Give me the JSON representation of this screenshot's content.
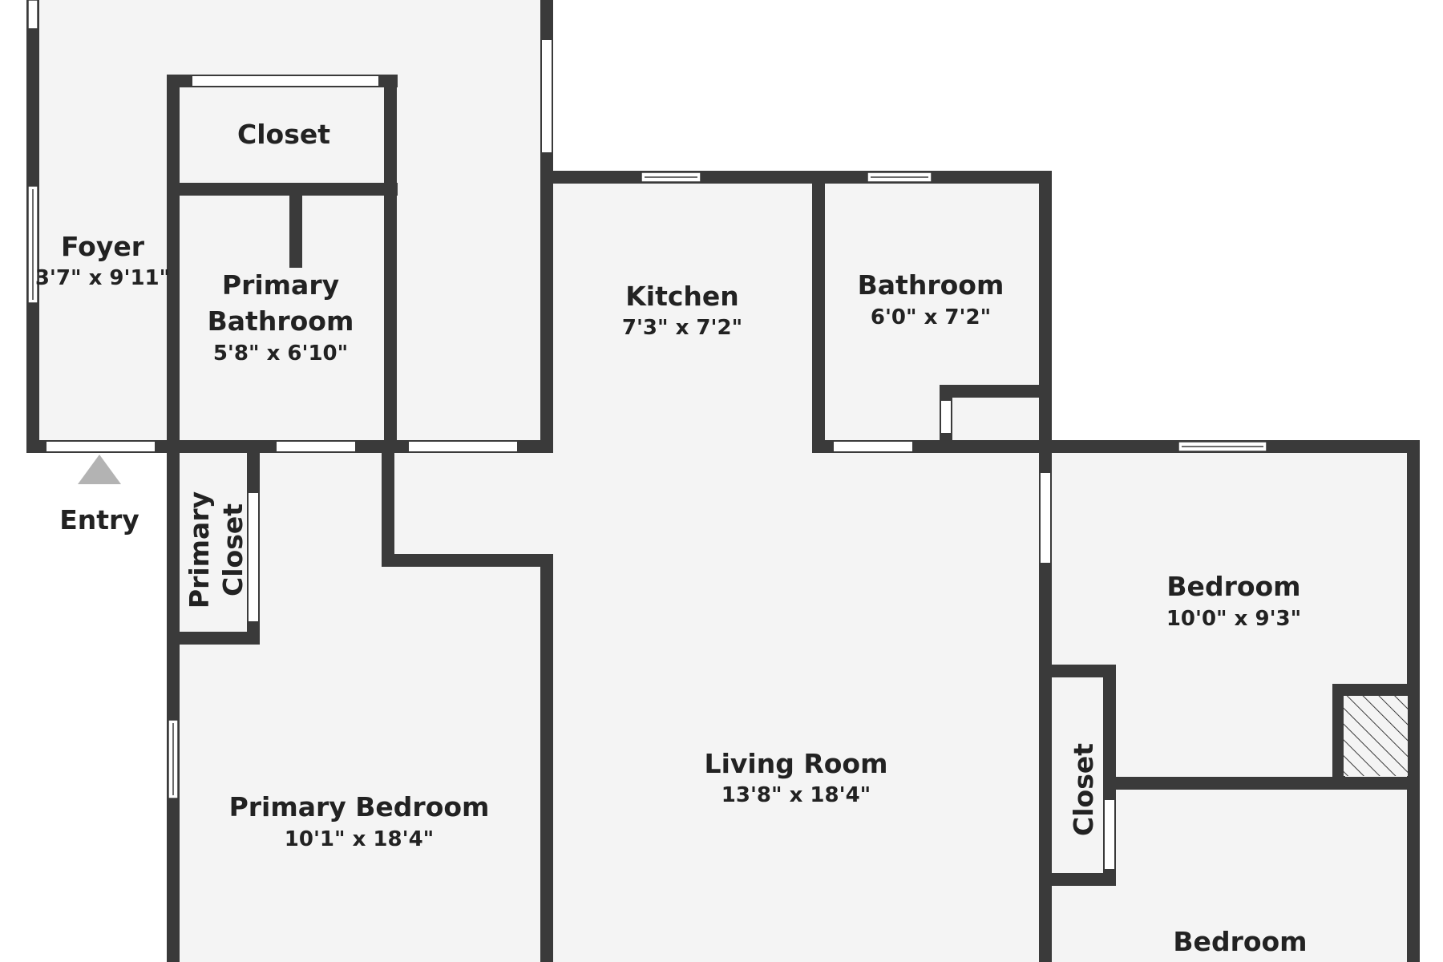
{
  "colors": {
    "floor": "#f4f4f4",
    "wall": "#3a3a3a",
    "window": "#ffffff",
    "entry_marker": "#b3b3b3",
    "text": "#222222"
  },
  "rooms": {
    "foyer": {
      "name": "Foyer",
      "dims": "3'7\" x 9'11\""
    },
    "closet_top": {
      "name": "Closet"
    },
    "primary_bathroom": {
      "name_line1": "Primary",
      "name_line2": "Bathroom",
      "dims": "5'8\" x 6'10\""
    },
    "kitchen": {
      "name": "Kitchen",
      "dims": "7'3\" x 7'2\""
    },
    "bathroom": {
      "name": "Bathroom",
      "dims": "6'0\" x 7'2\""
    },
    "primary_closet": {
      "name_line1": "Primary",
      "name_line2": "Closet"
    },
    "bedroom_1": {
      "name": "Bedroom",
      "dims": "10'0\" x 9'3\""
    },
    "living_room": {
      "name": "Living Room",
      "dims": "13'8\" x 18'4\""
    },
    "primary_bedroom": {
      "name": "Primary Bedroom",
      "dims": "10'1\" x 18'4\""
    },
    "closet_side": {
      "name": "Closet"
    },
    "bedroom_2": {
      "name": "Bedroom"
    }
  },
  "entry": {
    "label": "Entry",
    "icon": "entry-arrow-icon"
  }
}
